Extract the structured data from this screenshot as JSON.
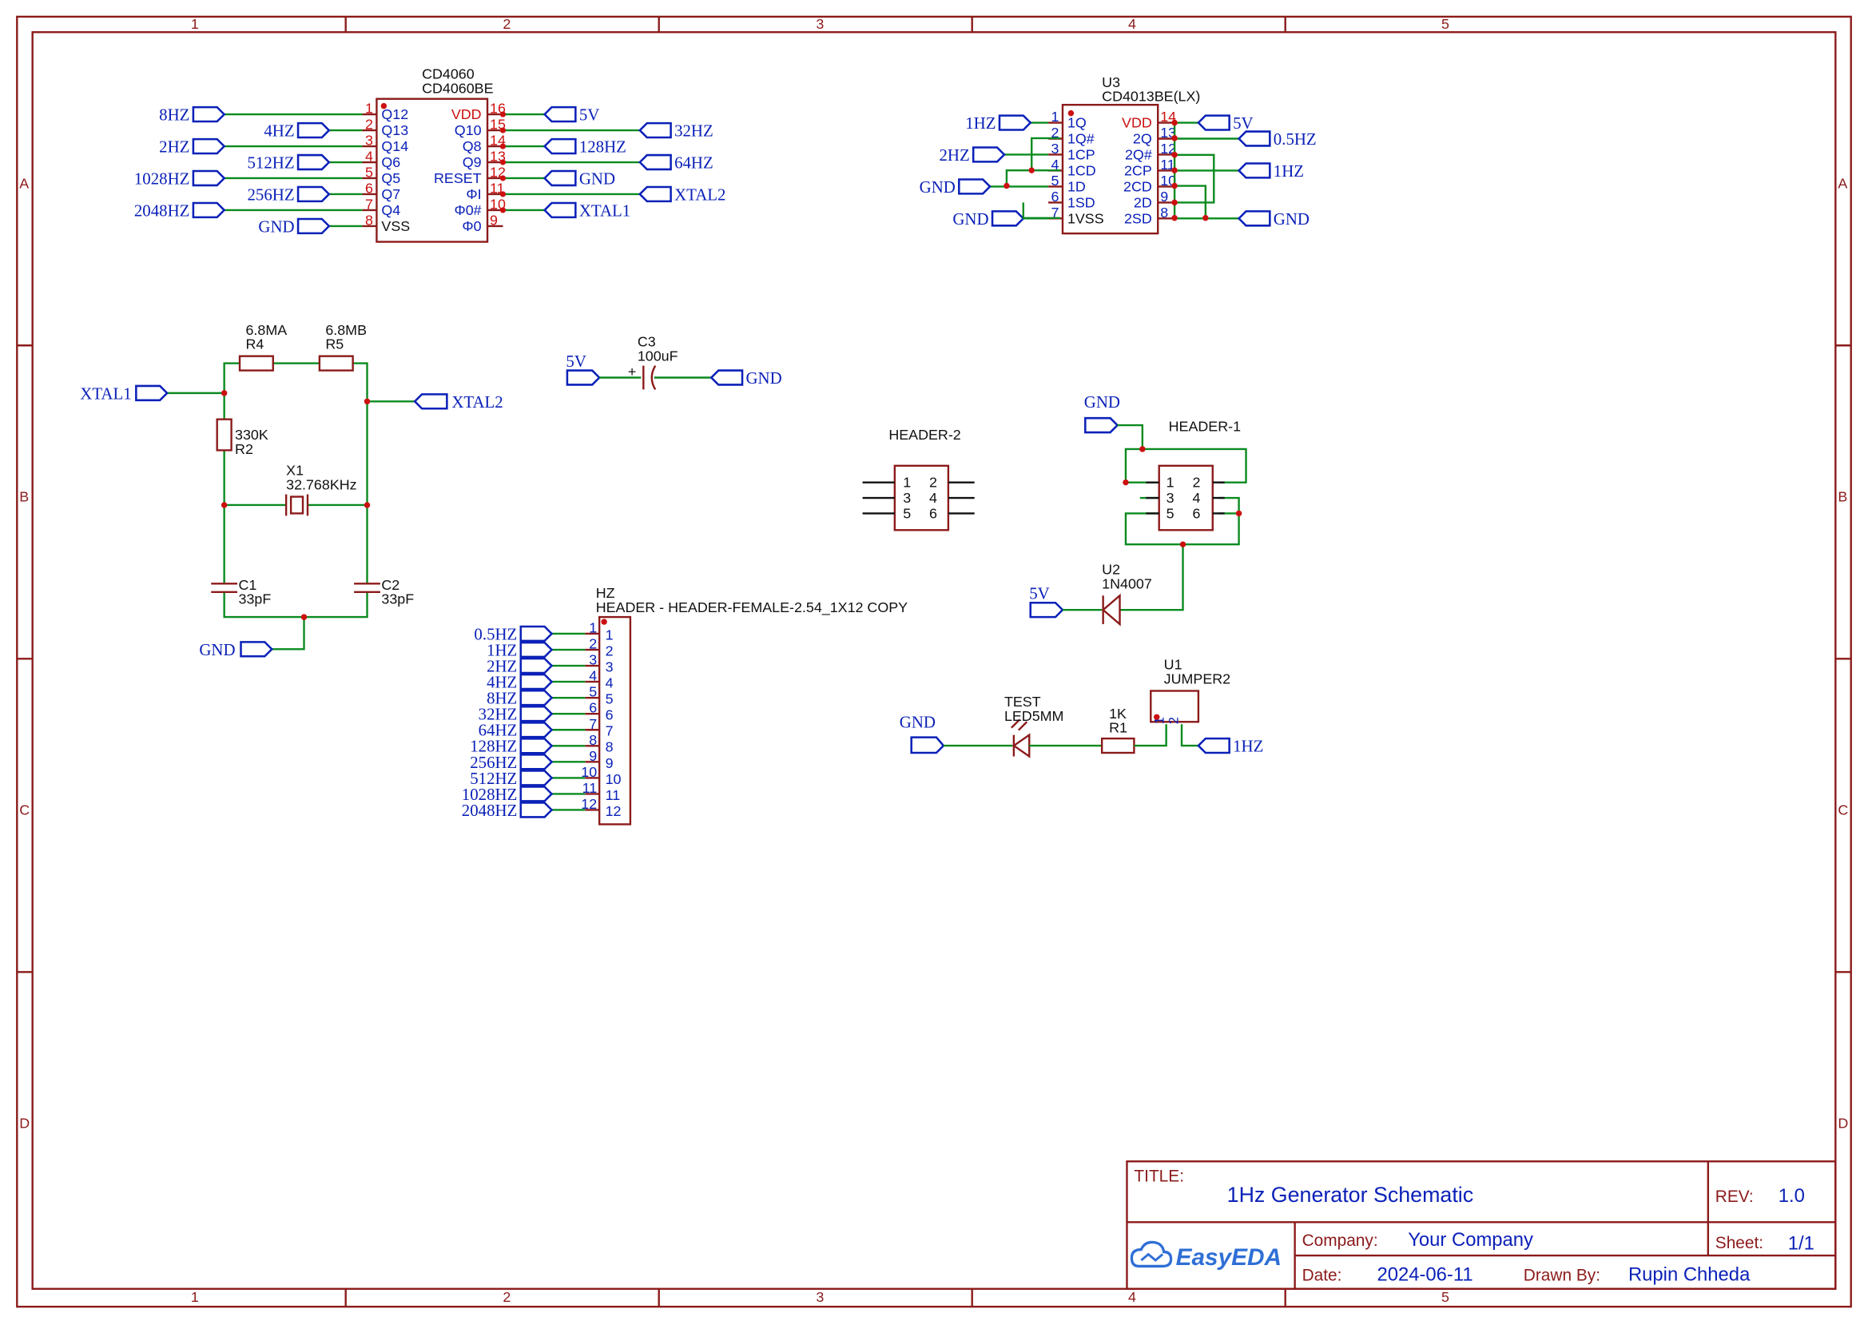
{
  "frame": {
    "cols": [
      "1",
      "2",
      "3",
      "4",
      "5"
    ],
    "rows": [
      "A",
      "B",
      "C",
      "D"
    ]
  },
  "ic_cd4060": {
    "ref": "CD4060",
    "value": "CD4060BE",
    "left_pins": [
      {
        "num": "1",
        "name": "Q12",
        "net": "8HZ"
      },
      {
        "num": "2",
        "name": "Q13",
        "net": "4HZ"
      },
      {
        "num": "3",
        "name": "Q14",
        "net": "2HZ"
      },
      {
        "num": "4",
        "name": "Q6",
        "net": "512HZ"
      },
      {
        "num": "5",
        "name": "Q5",
        "net": "1028HZ"
      },
      {
        "num": "6",
        "name": "Q7",
        "net": "256HZ"
      },
      {
        "num": "7",
        "name": "Q4",
        "net": "2048HZ"
      },
      {
        "num": "8",
        "name": "VSS",
        "net": "GND"
      }
    ],
    "right_pins": [
      {
        "num": "16",
        "name": "VDD",
        "net": "5V"
      },
      {
        "num": "15",
        "name": "Q10",
        "net": "32HZ"
      },
      {
        "num": "14",
        "name": "Q8",
        "net": "128HZ"
      },
      {
        "num": "13",
        "name": "Q9",
        "net": "64HZ"
      },
      {
        "num": "12",
        "name": "RESET",
        "net": "GND"
      },
      {
        "num": "11",
        "name": "ΦI",
        "net": "XTAL2"
      },
      {
        "num": "10",
        "name": "Φ0#",
        "net": "XTAL1"
      },
      {
        "num": "9",
        "name": "Φ0",
        "net": ""
      }
    ]
  },
  "ic_cd4013": {
    "ref": "U3",
    "value": "CD4013BE(LX)",
    "left_pins": [
      {
        "num": "1",
        "name": "1Q",
        "net": "1HZ"
      },
      {
        "num": "2",
        "name": "1Q#",
        "net": ""
      },
      {
        "num": "3",
        "name": "1CP",
        "net": "2HZ"
      },
      {
        "num": "4",
        "name": "1CD",
        "net": ""
      },
      {
        "num": "5",
        "name": "1D",
        "net": "GND"
      },
      {
        "num": "6",
        "name": "1SD",
        "net": ""
      },
      {
        "num": "7",
        "name": "1VSS",
        "net": "GND"
      }
    ],
    "right_pins": [
      {
        "num": "14",
        "name": "VDD",
        "net": "5V"
      },
      {
        "num": "13",
        "name": "2Q",
        "net": "0.5HZ"
      },
      {
        "num": "12",
        "name": "2Q#",
        "net": ""
      },
      {
        "num": "11",
        "name": "2CP",
        "net": "1HZ"
      },
      {
        "num": "10",
        "name": "2CD",
        "net": ""
      },
      {
        "num": "9",
        "name": "2D",
        "net": ""
      },
      {
        "num": "8",
        "name": "2SD",
        "net": "GND"
      }
    ]
  },
  "oscillator": {
    "r4_value": "6.8MA",
    "r4_ref": "R4",
    "r5_value": "6.8MB",
    "r5_ref": "R5",
    "r2_value": "330K",
    "r2_ref": "R2",
    "x1_ref": "X1",
    "x1_value": "32.768KHz",
    "c1_ref": "C1",
    "c1_value": "33pF",
    "c2_ref": "C2",
    "c2_value": "33pF",
    "net_xtal1": "XTAL1",
    "net_xtal2": "XTAL2",
    "net_gnd": "GND"
  },
  "decoupling": {
    "ref": "C3",
    "value": "100uF",
    "net_left": "5V",
    "net_right": "GND",
    "plus": "+"
  },
  "header2": {
    "title": "HEADER-2",
    "pins": [
      "1",
      "2",
      "3",
      "4",
      "5",
      "6"
    ]
  },
  "header1": {
    "title": "HEADER-1",
    "net_gnd": "GND",
    "pins": [
      "1",
      "2",
      "3",
      "4",
      "5",
      "6"
    ]
  },
  "diode": {
    "ref": "U2",
    "value": "1N4007",
    "net": "5V"
  },
  "hz_header": {
    "ref": "HZ",
    "value": "HEADER - HEADER-FEMALE-2.54_1X12 COPY",
    "pins": [
      {
        "num": "1",
        "net": "0.5HZ"
      },
      {
        "num": "2",
        "net": "1HZ"
      },
      {
        "num": "3",
        "net": "2HZ"
      },
      {
        "num": "4",
        "net": "4HZ"
      },
      {
        "num": "5",
        "net": "8HZ"
      },
      {
        "num": "6",
        "net": "32HZ"
      },
      {
        "num": "7",
        "net": "64HZ"
      },
      {
        "num": "8",
        "net": "128HZ"
      },
      {
        "num": "9",
        "net": "256HZ"
      },
      {
        "num": "10",
        "net": "512HZ"
      },
      {
        "num": "11",
        "net": "1028HZ"
      },
      {
        "num": "12",
        "net": "2048HZ"
      }
    ]
  },
  "led": {
    "ref": "TEST",
    "value": "LED5MM",
    "net": "GND"
  },
  "r1": {
    "value": "1K",
    "ref": "R1"
  },
  "jumper": {
    "ref": "U1",
    "value": "JUMPER2",
    "pin1": "1",
    "pin2": "2",
    "net": "1HZ"
  },
  "title_block": {
    "title_label": "TITLE:",
    "title": "1Hz Generator Schematic",
    "rev_label": "REV:",
    "rev": "1.0",
    "company_label": "Company:",
    "company": "Your Company",
    "sheet_label": "Sheet:",
    "sheet": "1/1",
    "date_label": "Date:",
    "date": "2024-06-11",
    "drawn_label": "Drawn By:",
    "drawn": "Rupin Chheda",
    "logo": "EasyEDA"
  }
}
